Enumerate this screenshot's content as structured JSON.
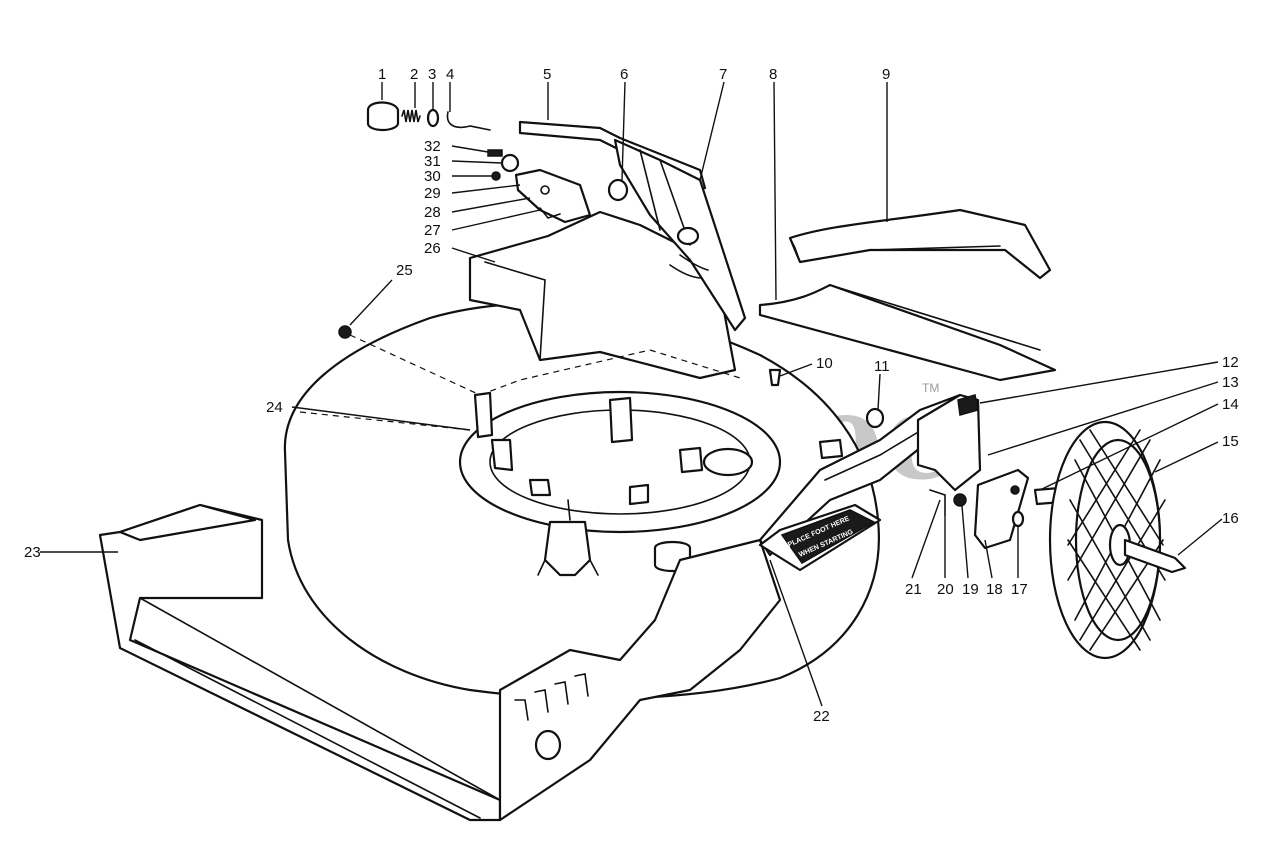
{
  "watermark": {
    "text": "PartsTree",
    "trademark": "TM"
  },
  "decal": {
    "line1": "PLACE FOOT HERE",
    "line2": "WHEN STARTING"
  },
  "callouts": [
    {
      "id": "1",
      "label": "1"
    },
    {
      "id": "2",
      "label": "2"
    },
    {
      "id": "3",
      "label": "3"
    },
    {
      "id": "4",
      "label": "4"
    },
    {
      "id": "5",
      "label": "5"
    },
    {
      "id": "6",
      "label": "6"
    },
    {
      "id": "7",
      "label": "7"
    },
    {
      "id": "8",
      "label": "8"
    },
    {
      "id": "9",
      "label": "9"
    },
    {
      "id": "10",
      "label": "10"
    },
    {
      "id": "11",
      "label": "11"
    },
    {
      "id": "12",
      "label": "12"
    },
    {
      "id": "13",
      "label": "13"
    },
    {
      "id": "14",
      "label": "14"
    },
    {
      "id": "15",
      "label": "15"
    },
    {
      "id": "16",
      "label": "16"
    },
    {
      "id": "17",
      "label": "17"
    },
    {
      "id": "18",
      "label": "18"
    },
    {
      "id": "19",
      "label": "19"
    },
    {
      "id": "20",
      "label": "20"
    },
    {
      "id": "21",
      "label": "21"
    },
    {
      "id": "22",
      "label": "22"
    },
    {
      "id": "23",
      "label": "23"
    },
    {
      "id": "24",
      "label": "24"
    },
    {
      "id": "25",
      "label": "25"
    },
    {
      "id": "26",
      "label": "26"
    },
    {
      "id": "27",
      "label": "27"
    },
    {
      "id": "28",
      "label": "28"
    },
    {
      "id": "29",
      "label": "29"
    },
    {
      "id": "30",
      "label": "30"
    },
    {
      "id": "31",
      "label": "31"
    },
    {
      "id": "32",
      "label": "32"
    }
  ]
}
